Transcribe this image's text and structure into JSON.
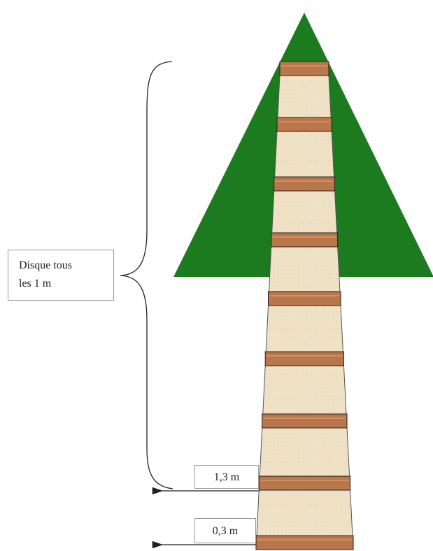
{
  "annotation": {
    "line1": "Disque tous",
    "line2": "les 1 m"
  },
  "height_labels": {
    "upper": "1,3 m",
    "lower": "0,3 m"
  },
  "colors": {
    "crown": "#1c7a1f",
    "trunk": "#efe2c6",
    "disc": "#b9764a",
    "outline": "#222222"
  },
  "disc_count": 9
}
